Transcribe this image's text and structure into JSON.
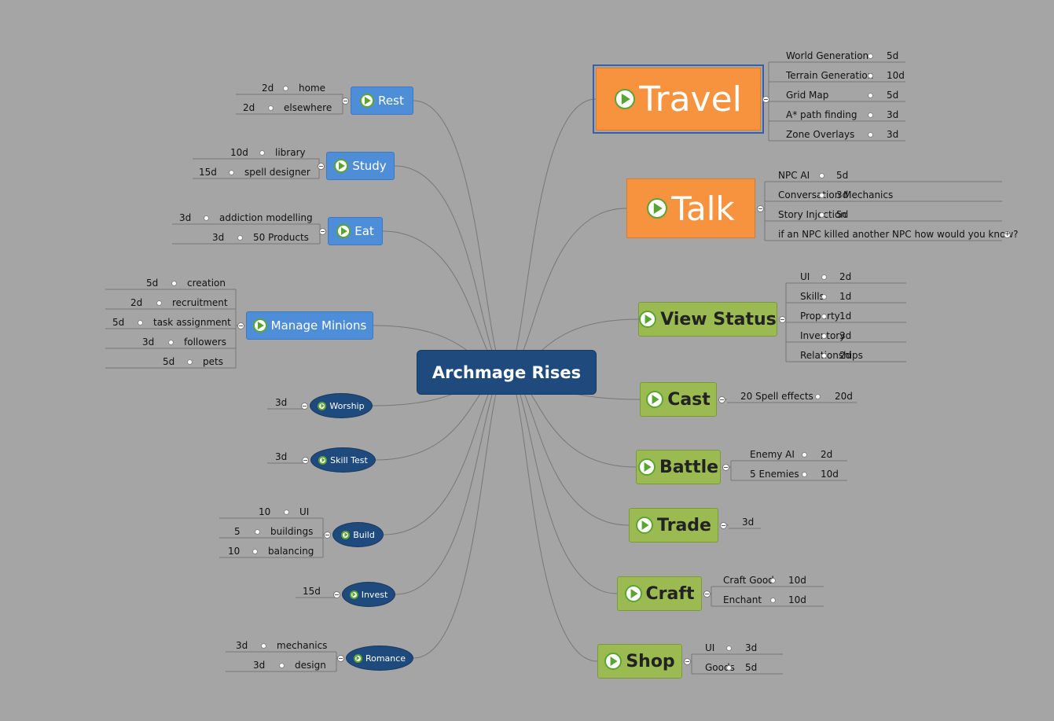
{
  "center": "Archmage Rises",
  "colors": {
    "background": "#a5a5a5",
    "center": "#1e4a7e",
    "orange": "#f7933f",
    "blue": "#4e8ed8",
    "green": "#9bbb52",
    "line": "#777777"
  },
  "icons": {
    "topic": "play-icon",
    "toggle": "collapse-toggle-icon",
    "expand": "expand-plus-icon"
  },
  "branches": [
    {
      "id": "travel",
      "label": "Travel",
      "style": "orange",
      "side": "right",
      "selected": true,
      "children": [
        {
          "text": "World Generation",
          "cost": "5d"
        },
        {
          "text": "Terrain Generation",
          "cost": "10d"
        },
        {
          "text": "Grid Map",
          "cost": "5d"
        },
        {
          "text": "A* path finding",
          "cost": "3d"
        },
        {
          "text": "Zone Overlays",
          "cost": "3d"
        }
      ]
    },
    {
      "id": "talk",
      "label": "Talk",
      "style": "orange",
      "side": "right",
      "children": [
        {
          "text": "NPC AI",
          "cost": "5d"
        },
        {
          "text": "Conversation Mechanics",
          "cost": "3d"
        },
        {
          "text": "Story Injection",
          "cost": "5d"
        },
        {
          "text": "if an NPC killed another NPC how would you know?",
          "cost": "",
          "expandable": true
        }
      ]
    },
    {
      "id": "view-status",
      "label": "View Status",
      "style": "green",
      "side": "right",
      "children": [
        {
          "text": "UI",
          "cost": "2d"
        },
        {
          "text": "Skills",
          "cost": "1d"
        },
        {
          "text": "Property",
          "cost": "1d"
        },
        {
          "text": "Inventory",
          "cost": "3d"
        },
        {
          "text": "Relationships",
          "cost": "2d"
        }
      ]
    },
    {
      "id": "cast",
      "label": "Cast",
      "style": "green",
      "side": "right",
      "children": [
        {
          "text": "20 Spell effects",
          "cost": "20d"
        }
      ]
    },
    {
      "id": "battle",
      "label": "Battle",
      "style": "green",
      "side": "right",
      "children": [
        {
          "text": "Enemy AI",
          "cost": "2d"
        },
        {
          "text": "5 Enemies",
          "cost": "10d"
        }
      ]
    },
    {
      "id": "trade",
      "label": "Trade",
      "style": "green",
      "side": "right",
      "children": [
        {
          "text": "3d",
          "cost": ""
        }
      ]
    },
    {
      "id": "craft",
      "label": "Craft",
      "style": "green",
      "side": "right",
      "children": [
        {
          "text": "Craft Good",
          "cost": "10d"
        },
        {
          "text": "Enchant",
          "cost": "10d"
        }
      ]
    },
    {
      "id": "shop",
      "label": "Shop",
      "style": "green",
      "side": "right",
      "children": [
        {
          "text": "UI",
          "cost": "3d"
        },
        {
          "text": "Goods",
          "cost": "5d"
        }
      ]
    },
    {
      "id": "rest",
      "label": "Rest",
      "style": "blue",
      "side": "left",
      "children": [
        {
          "text": "home",
          "cost": "2d"
        },
        {
          "text": "elsewhere",
          "cost": "2d"
        }
      ]
    },
    {
      "id": "study",
      "label": "Study",
      "style": "blue",
      "side": "left",
      "children": [
        {
          "text": "library",
          "cost": "10d"
        },
        {
          "text": "spell designer",
          "cost": "15d"
        }
      ]
    },
    {
      "id": "eat",
      "label": "Eat",
      "style": "blue",
      "side": "left",
      "children": [
        {
          "text": "addiction modelling",
          "cost": "3d"
        },
        {
          "text": "50 Products",
          "cost": "3d"
        }
      ]
    },
    {
      "id": "manage-minions",
      "label": "Manage Minions",
      "style": "blue",
      "side": "left",
      "children": [
        {
          "text": "creation",
          "cost": "5d"
        },
        {
          "text": "recruitment",
          "cost": "2d"
        },
        {
          "text": "task assignment",
          "cost": "5d"
        },
        {
          "text": "followers",
          "cost": "3d"
        },
        {
          "text": "pets",
          "cost": "5d"
        }
      ]
    },
    {
      "id": "worship",
      "label": "Worship",
      "style": "oval",
      "side": "left",
      "children": [
        {
          "text": "",
          "cost": "3d"
        }
      ]
    },
    {
      "id": "skill-test",
      "label": "Skill Test",
      "style": "oval",
      "side": "left",
      "children": [
        {
          "text": "",
          "cost": "3d"
        }
      ]
    },
    {
      "id": "build",
      "label": "Build",
      "style": "oval",
      "side": "left",
      "children": [
        {
          "text": "UI",
          "cost": "10"
        },
        {
          "text": "buildings",
          "cost": "5"
        },
        {
          "text": "balancing",
          "cost": "10"
        }
      ]
    },
    {
      "id": "invest",
      "label": "Invest",
      "style": "oval",
      "side": "left",
      "children": [
        {
          "text": "",
          "cost": "15d"
        }
      ]
    },
    {
      "id": "romance",
      "label": "Romance",
      "style": "oval",
      "side": "left",
      "children": [
        {
          "text": "mechanics",
          "cost": "3d"
        },
        {
          "text": "design",
          "cost": "3d"
        }
      ]
    }
  ]
}
